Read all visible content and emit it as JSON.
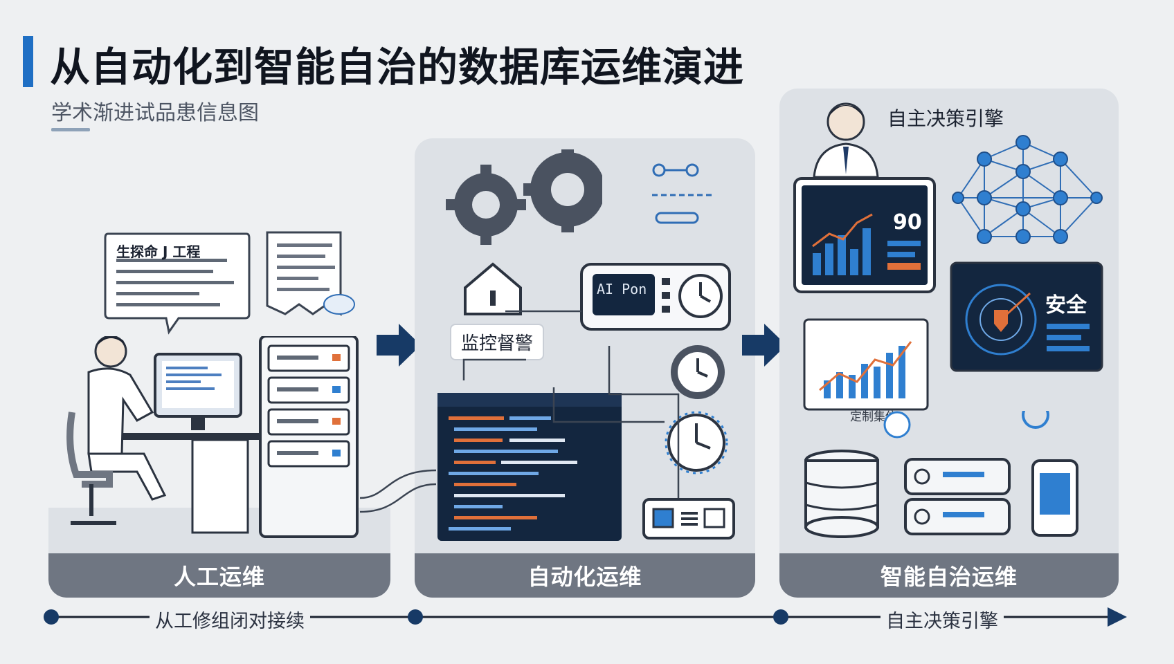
{
  "header": {
    "title": "从自动化到智能自治的数据库运维演进",
    "subtitle": "学术渐进试品患信息图"
  },
  "stages": [
    {
      "label": "人工运维"
    },
    {
      "label": "自动化运维"
    },
    {
      "label": "智能自治运维"
    }
  ],
  "stage1": {
    "bubble_title": "生探命 J 工程",
    "doc_icon": "document-icon"
  },
  "stage2": {
    "monitor_tag": "监控督警",
    "device_screen": "AI Pon"
  },
  "stage3": {
    "engine_label": "自主决策引擎",
    "dashboard_number": "90",
    "safe_label": "安全",
    "chart_caption": "定制集伉"
  },
  "timeline": {
    "left_text": "从工修组闭对接续",
    "right_text": "自主决策引擎"
  },
  "colors": {
    "accent": "#1f6fc4",
    "arrow": "#173a66",
    "cap": "#6f7682",
    "dark_screen": "#13263f"
  }
}
